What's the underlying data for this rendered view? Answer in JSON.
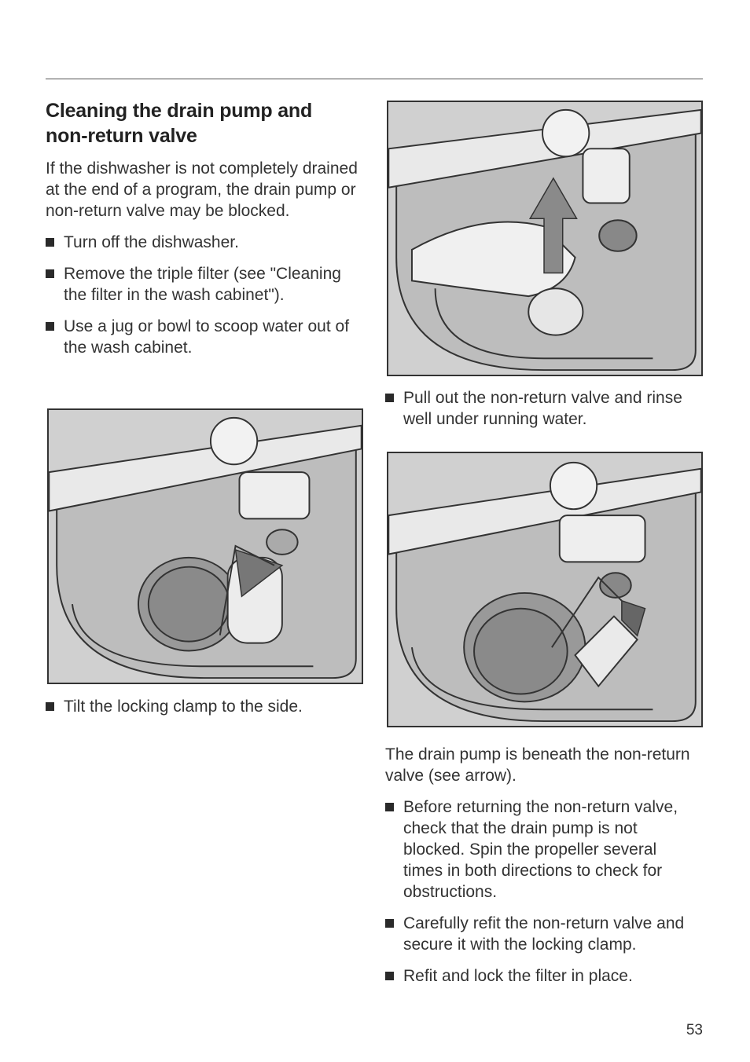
{
  "heading": {
    "line1": "Cleaning the drain pump and",
    "line2": "non-return valve"
  },
  "intro": "If the dishwasher is not completely drained at the end of a program, the drain pump or non-return valve may be blocked.",
  "left_steps": [
    "Turn off the dishwasher.",
    "Remove the triple filter (see \"Cleaning the filter in the wash cabinet\").",
    "Use a jug or bowl to scoop water out of the wash cabinet."
  ],
  "left_caption": "Tilt the locking clamp to the side.",
  "right_caption_1": "Pull out the non-return valve and rinse well under running water.",
  "right_note": "The drain pump is beneath the non-return valve (see arrow).",
  "right_steps": [
    "Before returning the non-return valve, check that the drain pump is not blocked. Spin the propeller several times in both directions to check for obstructions.",
    "Carefully refit the non-return valve and secure it with the locking clamp.",
    "Refit and lock the filter in place."
  ],
  "page_number": "53"
}
